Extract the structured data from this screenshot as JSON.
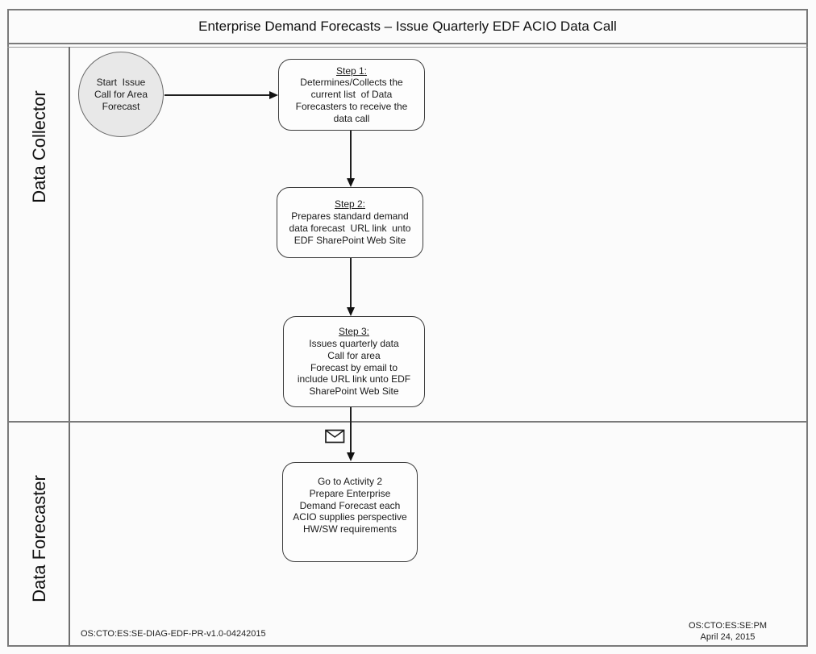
{
  "title": "Enterprise Demand Forecasts – Issue Quarterly EDF ACIO Data Call",
  "lanes": [
    {
      "label": "Data Collector"
    },
    {
      "label": "Data Forecaster"
    }
  ],
  "start": {
    "label": "Start  Issue\nCall for Area\nForecast"
  },
  "steps": [
    {
      "header": "Step 1:",
      "body": "Determines/Collects the\ncurrent list  of Data\nForecasters to receive the\ndata call"
    },
    {
      "header": "Step 2:",
      "body": "Prepares standard demand\ndata forecast  URL link  unto\nEDF SharePoint Web Site"
    },
    {
      "header": "Step 3:",
      "body": "Issues quarterly data\nCall for area\nForecast by email to\ninclude URL link unto EDF\nSharePoint Web Site"
    }
  ],
  "activity": {
    "body": "Go to Activity 2\nPrepare Enterprise\nDemand Forecast each\nACIO supplies perspective\nHW/SW requirements"
  },
  "icons": {
    "envelope": "✉"
  },
  "footer": {
    "left": "OS:CTO:ES:SE-DIAG-EDF-PR-v1.0-04242015",
    "right": "OS:CTO:ES:SE:PM\nApril 24, 2015"
  },
  "colors": {
    "background": "#fbfbfb",
    "frame_line": "#7a7a7a",
    "shape_stroke": "#3d3d3d",
    "start_fill": "#e8e8e8",
    "flow_line": "#1f1f1f",
    "text": "#111111"
  }
}
